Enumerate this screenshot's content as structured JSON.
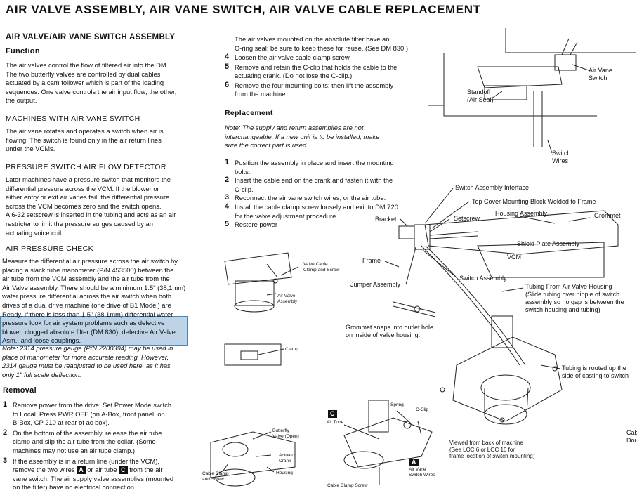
{
  "page": {
    "title": "AIR VALVE ASSEMBLY, AIR VANE SWITCH, AIR VALVE CABLE REPLACEMENT"
  },
  "left": {
    "section_heading": "AIR VALVE/AIR VANE SWITCH ASSEMBLY",
    "function_heading": "Function",
    "function_lines": [
      "The air valves control the flow of filtered air into the DM.",
      "The two butterfly valves are controlled by dual cables",
      "actuated by a cam follower which is part of the loading",
      "sequences. One valve controls the air input flow; the other,",
      "the output."
    ],
    "machines_heading": "MACHINES WITH AIR VANE SWITCH",
    "machines_lines": [
      "The air vane rotates and operates a switch when air is",
      "flowing. The switch is found only in the air return lines",
      "under the VCMs."
    ],
    "pressure_heading": "PRESSURE SWITCH AIR FLOW DETECTOR",
    "pressure_lines": [
      "Later machines have a pressure switch that monitors the",
      "differential pressure across the VCM. If the blower or",
      "either entry or exit air vanes fail, the differential pressure",
      "across the VCM becomes zero and the switch opens.",
      "A 6-32 setscrew is inserted in the tubing and acts as an air",
      "restricter to limit the pressure surges caused by an",
      "actuating voice coil."
    ],
    "check_heading": "AIR PRESSURE CHECK",
    "check_lines": [
      "Measure the differential air pressure across the air switch by",
      "placing a slack tube manometer (P/N 453500) between the",
      "air tube from the VCM assembly and the air tube from the",
      "Air Valve assembly. There should be a minimum 1.5\" (38,1mm)",
      "water pressure differential across the air switch when both",
      "drives of a dual drive machine (one drive of B1 Model) are",
      "Ready. If there is less than 1.5\" (38,1mm) differential water",
      "pressure look for air system problems such as defective",
      "blower, clogged absolute filter (DM 830), defective Air Valve",
      "Asm., and loose couplings."
    ],
    "note_lines": [
      "Note: 2314 pressure gauge (P/N 2200394) may be used in",
      "place of manometer for more accurate reading. However,",
      "2314 gauge must be readjusted to be used here, as it has",
      "only 1\" full scale deflection."
    ],
    "removal_heading": "Removal",
    "removal_steps": [
      {
        "num": "1",
        "lines": [
          "Remove power from the drive: Set Power Mode switch",
          "to Local. Press PWR OFF (on A-Box, front panel; on",
          "B-Box, CP 210 at rear of ac box)."
        ]
      },
      {
        "num": "2",
        "lines": [
          "On the bottom of the assembly, release the air tube",
          "clamp and slip the air tube from the collar. (Some",
          "machines may not use an air tube clamp.)"
        ]
      },
      {
        "num": "3",
        "lines": [
          "If the assembly is in a return line (under the VCM),"
        ],
        "line2_a": "remove the two wires",
        "box_a": "A",
        "line2_b": "or air tube",
        "box_c": "C",
        "line2_c": "from the air",
        "more_lines": [
          "vane switch. The air supply valve assemblies (mounted",
          "on the filter) have no electrical connection."
        ]
      }
    ]
  },
  "middle": {
    "intro_lines": [
      "The air valves mounted on the absolute filter have an",
      "O-ring seal; be sure to keep these for reuse. (See DM 830.)"
    ],
    "steps": [
      {
        "num": "4",
        "lines": [
          "Loosen the air valve cable clamp screw."
        ]
      },
      {
        "num": "5",
        "lines": [
          "Remove and retain the C-clip that holds the cable to the",
          "actuating crank. (Do not lose the C-clip.)"
        ]
      },
      {
        "num": "6",
        "lines": [
          "Remove the four mounting bolts; then lift the assembly",
          "from the machine."
        ]
      }
    ],
    "replacement_heading": "Replacement",
    "replacement_note": [
      "Note: The supply and return assemblies are not",
      "interchangeable. If a new unit is to be installed, make",
      "sure the correct part is used."
    ],
    "rsteps": [
      {
        "num": "1",
        "lines": [
          "Position the assembly in place and insert the mounting",
          "bolts."
        ]
      },
      {
        "num": "2",
        "lines": [
          "Insert the cable end on the crank and fasten it with the",
          "C-clip."
        ]
      },
      {
        "num": "3",
        "lines": [
          "Reconnect the air vane switch wires, or the air tube."
        ]
      },
      {
        "num": "4",
        "lines": [
          "Install the cable clamp screw loosely and exit to DM 720",
          "for the valve adjustment procedure."
        ]
      },
      {
        "num": "5",
        "lines": [
          "Restore power"
        ]
      }
    ]
  },
  "labels": {
    "air_vane_switch": [
      "Air Vane",
      "Switch"
    ],
    "standoff": [
      "Standoff",
      "(Air Seal)"
    ],
    "switch_wires": [
      "Switch",
      "Wires"
    ],
    "switch_assembly_interface": "Switch Assembly Interface",
    "top_cover": "Top Cover Mounting Block Welded to Frame",
    "bracket": "Bracket",
    "setscrew": "Setscrew",
    "housing_assembly": "Housing Assembly",
    "grommet": "Grommet",
    "shield_plate": "Shield Plate Assembly",
    "vcm": "VCM",
    "frame": "Frame",
    "jumper_assembly": "Jumper Assembly",
    "switch_assembly": "Switch Assembly",
    "tubing_from": [
      "Tubing From Air Valve Housing",
      "(Slide tubing over nipple of switch",
      "assembly so no gap is between the",
      "switch housing and tubing)"
    ],
    "grommet_snaps": [
      "Grommet snaps into outlet hole",
      "on inside of valve housing."
    ],
    "tubing_routed": [
      "Tubing is routed up the",
      "side of casting to switch"
    ],
    "valve_cable_clamp": [
      "Valve Cable",
      "Clamp and Screw"
    ],
    "air_valve_assembly": [
      "Air Valve",
      "Assembly"
    ],
    "clamp": "Clamp",
    "butterfly_valve": [
      "Butterfly",
      "Valve (Open)"
    ],
    "actuator_crank": [
      "Actuator",
      "Crank"
    ],
    "housing": "Housing",
    "cable_clamp_screw_left": [
      "Cable Clamp",
      "and Screw"
    ],
    "box_c": "C",
    "air_tube": "Air Tube",
    "spring": "Spring",
    "c_clip": "C-Clip",
    "box_a": "A",
    "air_vane_switch_wires": [
      "Air Vane",
      "Switch Wires"
    ],
    "cable_clamp_screw_bottom": "Cable Clamp Screw",
    "viewed_from": [
      "Viewed from back of machine",
      "(See LOC 6 or LOC 16 for",
      "frame location of switch mounting)"
    ],
    "cut_off": [
      "Cab",
      "Dou"
    ]
  }
}
